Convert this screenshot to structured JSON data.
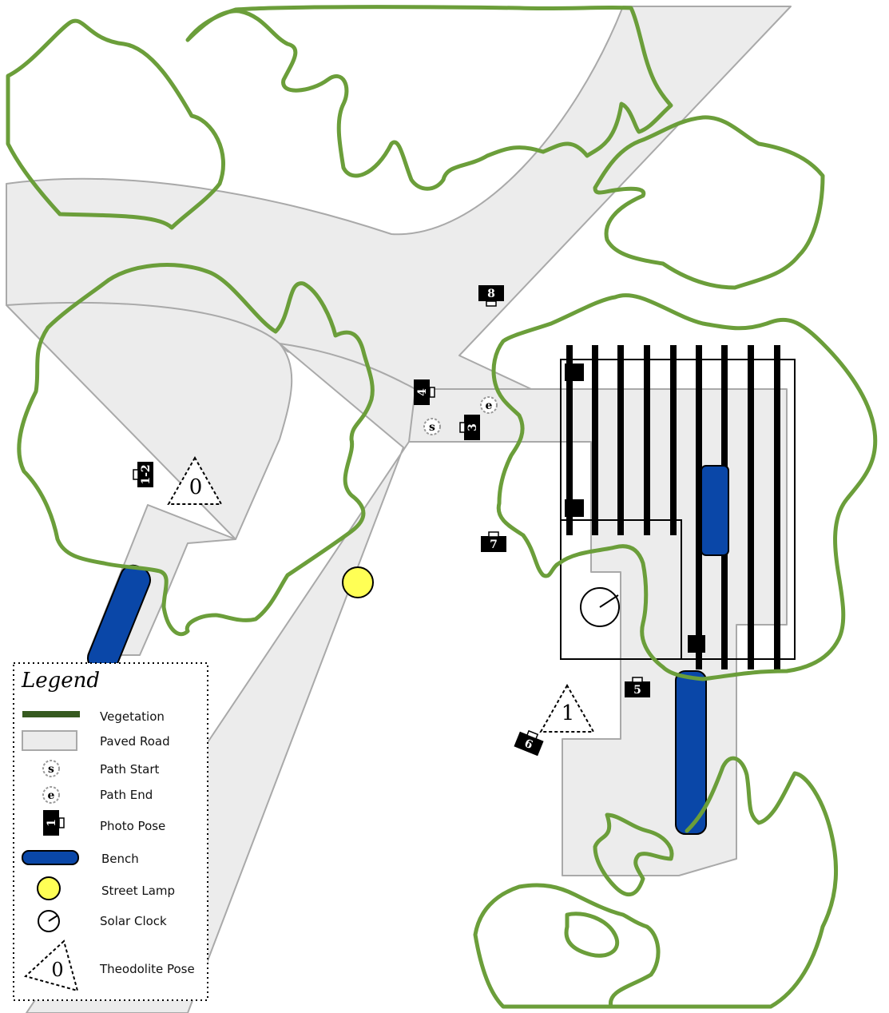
{
  "colors": {
    "vegetation": "#6b9e3a",
    "vegetation_legend": "#365a1f",
    "road_fill": "#ececec",
    "road_stroke": "#a9a9a9",
    "bench": "#0a47a8",
    "lamp": "#ffff55",
    "camera": "#000000"
  },
  "map": {
    "theodolite_poses": [
      {
        "label": "0"
      },
      {
        "label": "1"
      }
    ],
    "photo_poses": [
      {
        "label": "1-2"
      },
      {
        "label": "3"
      },
      {
        "label": "4"
      },
      {
        "label": "5"
      },
      {
        "label": "6"
      },
      {
        "label": "7"
      },
      {
        "label": "8"
      }
    ],
    "path_start_label": "s",
    "path_end_label": "e"
  },
  "legend": {
    "title": "Legend",
    "items": [
      {
        "icon": "vegetation-line",
        "label": "Vegetation"
      },
      {
        "icon": "paved-road-box",
        "label": "Paved Road"
      },
      {
        "icon": "path-start-circle",
        "label": "Path Start",
        "symbol": "s"
      },
      {
        "icon": "path-end-circle",
        "label": "Path End",
        "symbol": "e"
      },
      {
        "icon": "camera-icon",
        "label": "Photo Pose",
        "symbol": "1"
      },
      {
        "icon": "bench-shape",
        "label": "Bench"
      },
      {
        "icon": "lamp-circle",
        "label": "Street Lamp"
      },
      {
        "icon": "solar-clock-icon",
        "label": "Solar Clock"
      },
      {
        "icon": "theodolite-triangle",
        "label": "Theodolite Pose",
        "symbol": "0"
      }
    ]
  }
}
